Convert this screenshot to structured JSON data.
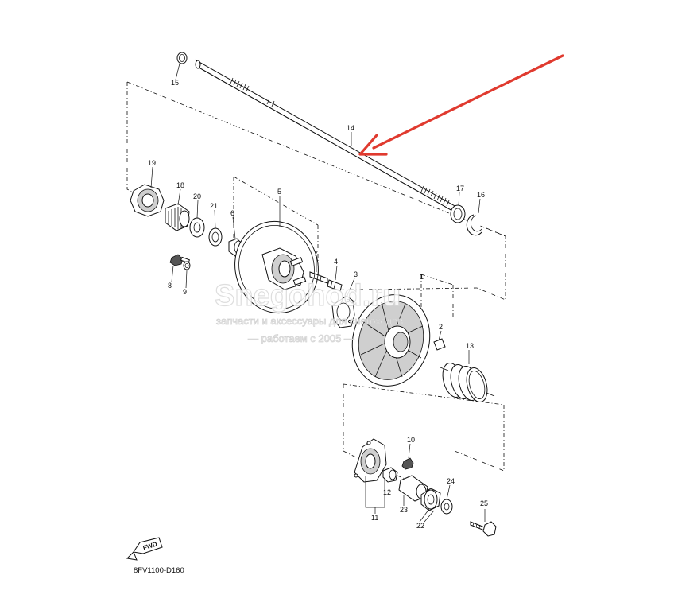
{
  "diagram": {
    "part_code": "8FV1100-D160",
    "fwd_label": "FWD",
    "watermark": {
      "brand": "Snegohod.ru",
      "line1": "запчасти и аксессуары для снегоходов",
      "line2": "— работаем с 2005 —"
    },
    "arrow_color": "#e03a2f",
    "parts": [
      {
        "id": "p1",
        "label": "1"
      },
      {
        "id": "p2",
        "label": "2"
      },
      {
        "id": "p3",
        "label": "3"
      },
      {
        "id": "p4",
        "label": "4"
      },
      {
        "id": "p5",
        "label": "5"
      },
      {
        "id": "p6",
        "label": "6"
      },
      {
        "id": "p7",
        "label": "7"
      },
      {
        "id": "p8",
        "label": "8"
      },
      {
        "id": "p9",
        "label": "9"
      },
      {
        "id": "p10",
        "label": "10"
      },
      {
        "id": "p11",
        "label": "11"
      },
      {
        "id": "p12",
        "label": "12"
      },
      {
        "id": "p13",
        "label": "13"
      },
      {
        "id": "p14",
        "label": "14"
      },
      {
        "id": "p15",
        "label": "15"
      },
      {
        "id": "p16",
        "label": "16"
      },
      {
        "id": "p17",
        "label": "17"
      },
      {
        "id": "p18",
        "label": "18"
      },
      {
        "id": "p19",
        "label": "19"
      },
      {
        "id": "p20",
        "label": "20"
      },
      {
        "id": "p21",
        "label": "21"
      },
      {
        "id": "p22",
        "label": "22"
      },
      {
        "id": "p23",
        "label": "23"
      },
      {
        "id": "p24",
        "label": "24"
      },
      {
        "id": "p25",
        "label": "25"
      }
    ]
  }
}
